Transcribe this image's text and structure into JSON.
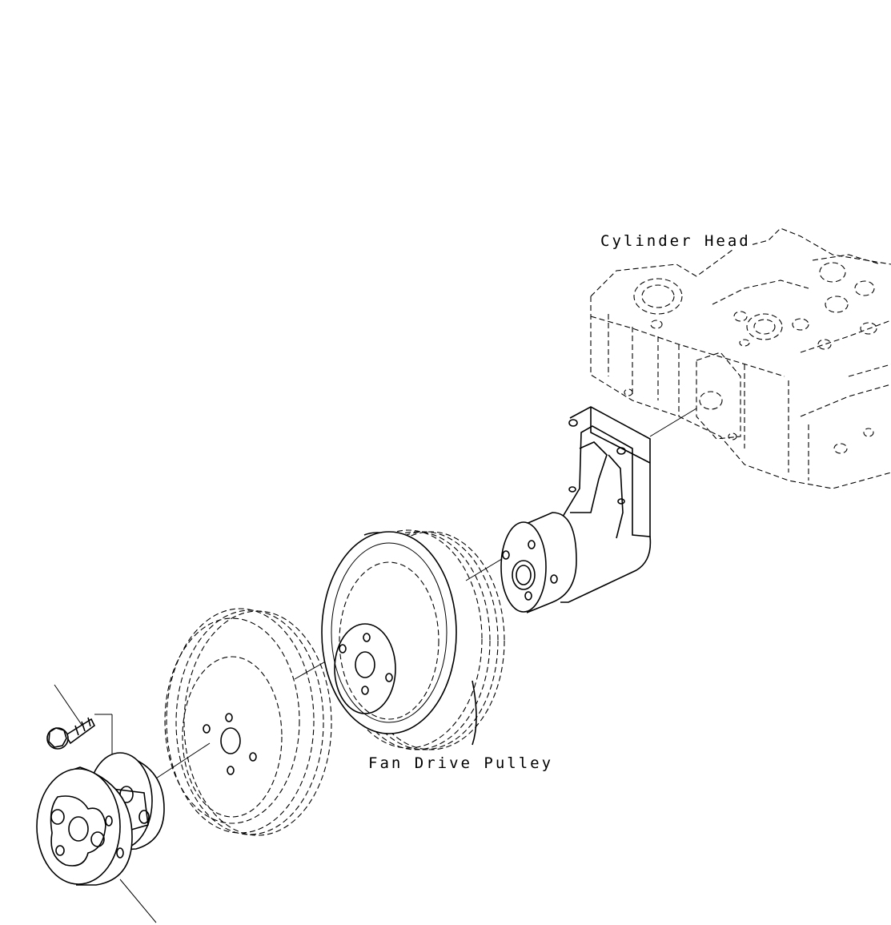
{
  "labels": {
    "cylinder_head": "Cylinder Head",
    "fan_drive_pulley": "Fan Drive Pulley"
  },
  "parts": [
    "cylinder-head",
    "bracket",
    "fan-drive-hub",
    "fan-drive-pulley",
    "spacer-pulley",
    "fan-flange",
    "flange-bolt"
  ]
}
